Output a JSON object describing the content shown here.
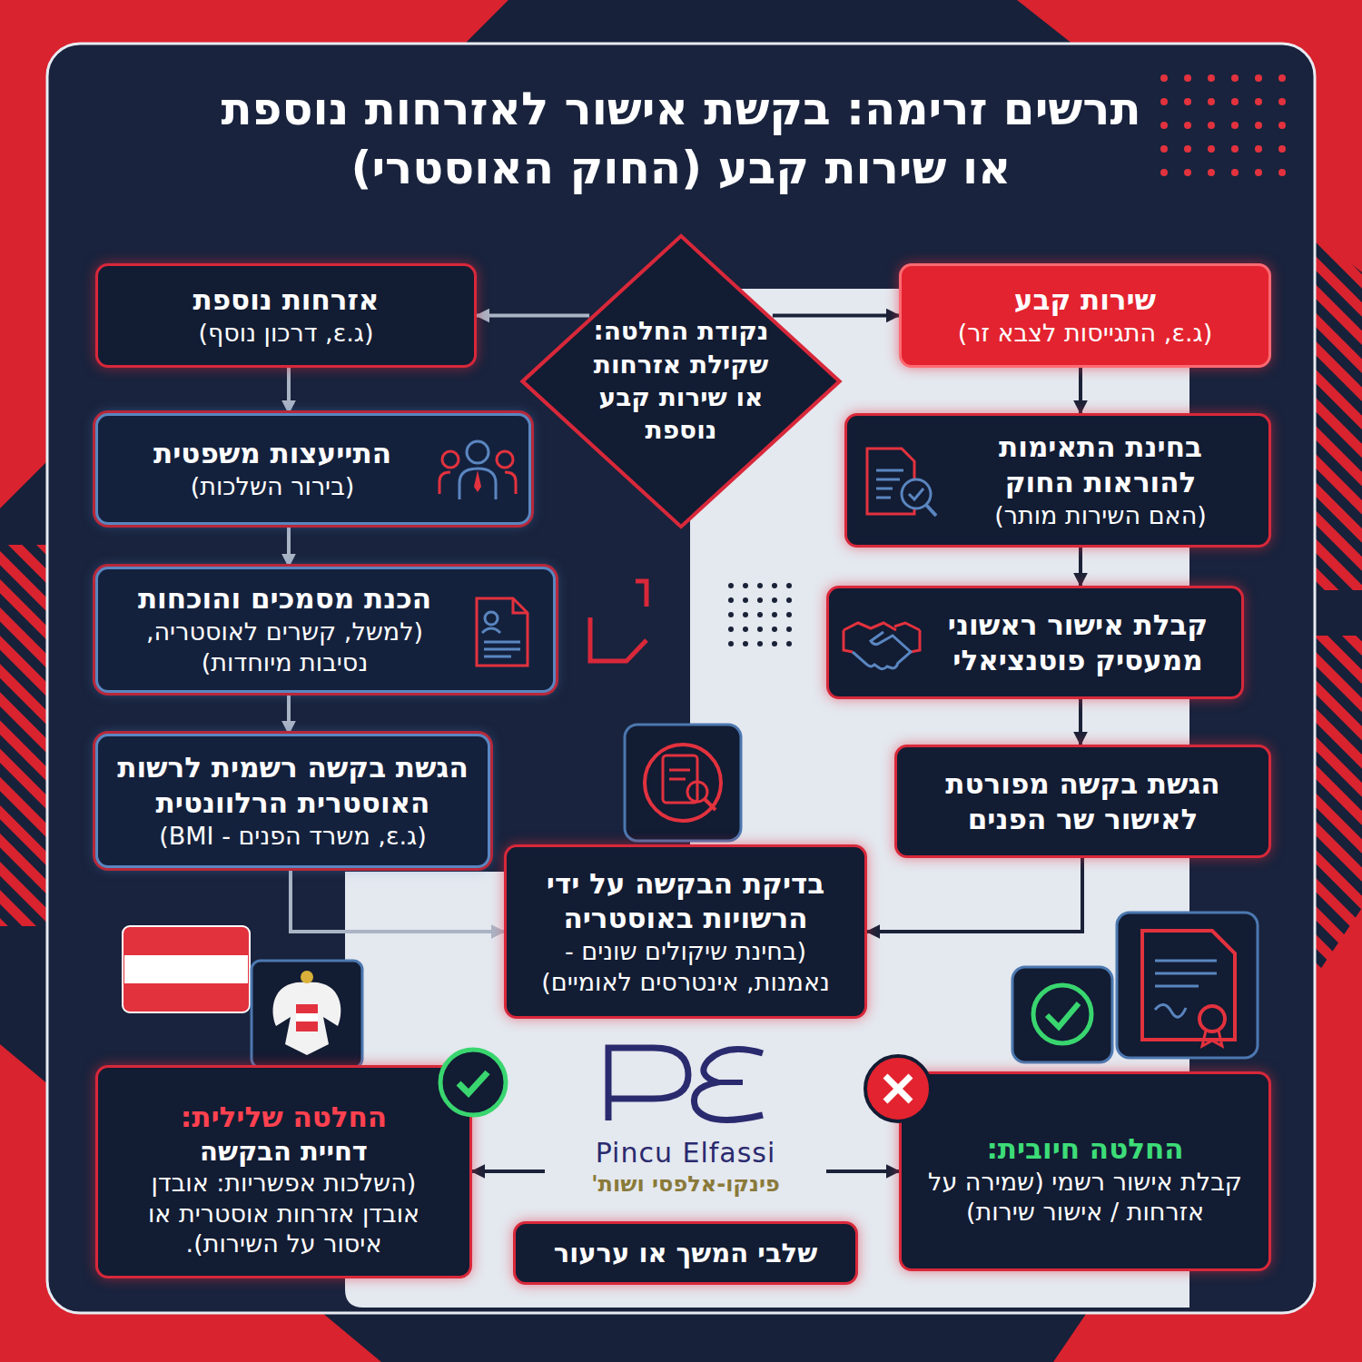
{
  "diagram": {
    "title": "תרשים זרימה: בקשת אישור לאזרחות נוספת או שירות קבע (החוק האוסטרי)",
    "nodes": [
      {
        "text": [
          "נקודת החלטה: שקילת אזרחות או שירות קבע נוספת"
        ]
      },
      {
        "text": [
          "שירות קבע",
          "(ג.ε, התגייסות לצבא זר)"
        ]
      },
      {
        "text": [
          "אזרחות נוספת",
          "(ג.ε, דרכון נוסף)"
        ]
      },
      {
        "text": [
          "בחינת התאימות להוראות החוק",
          "(האם השירות מותר)"
        ]
      },
      {
        "text": [
          "קבלת אישור ראשוני ממעסיק פוטנציאלי"
        ]
      },
      {
        "text": [
          "הגשת בקשה מפורטת לאישור שר הפנים"
        ]
      },
      {
        "text": [
          "התייעצות משפטית",
          "(בירור השלכות)"
        ]
      },
      {
        "text": [
          "הכנת מסמכים והוכחות",
          "(למשל, קשרים לאוסטריה, נסיבות מיוחדות)"
        ]
      },
      {
        "text": [
          "הגשת בקשה רשמית לרשות האוסטרית הרלוונטית",
          "(ג.ε, משרד הפנים - BMI)"
        ]
      },
      {
        "text": [
          "בדיקת הבקשה על ידי הרשויות באוסטריה",
          "(בחינת שיקולים שונים - נאמנות, אינטרסים לאומיים)"
        ]
      },
      {
        "text": [
          "החלטה חיובית:",
          "קבלת אישור רשמי (שמירה על אזרחות / אישור שירות)"
        ]
      },
      {
        "text": [
          "Pincu Elfassi",
          "פינקו-אלפסי ושות'"
        ]
      },
      {
        "text": [
          "החלטה שלילית:",
          "דחיית הבקשה",
          "(השלכות אפשריות: אובדן אובדן אזרחות אוסטרית או איסור על השירות)."
        ]
      },
      {
        "text": [
          "שלבי המשך או ערעור"
        ]
      }
    ],
    "edges": [
      {
        "from": 0,
        "to": 1,
        "arrow": "to"
      },
      {
        "from": 0,
        "to": 2,
        "arrow": "to"
      },
      {
        "from": 1,
        "to": 3,
        "arrow": "to"
      },
      {
        "from": 3,
        "to": 4,
        "arrow": "to"
      },
      {
        "from": 4,
        "to": 5,
        "arrow": "to"
      },
      {
        "from": 5,
        "to": 9,
        "arrow": "to"
      },
      {
        "from": 2,
        "to": 6,
        "arrow": "to"
      },
      {
        "from": 6,
        "to": 7,
        "arrow": "to"
      },
      {
        "from": 7,
        "to": 8,
        "arrow": "to"
      },
      {
        "from": 8,
        "to": 9,
        "arrow": "to"
      },
      {
        "from": 11,
        "to": 10,
        "arrow": "to"
      },
      {
        "from": 11,
        "to": 12,
        "arrow": "to"
      }
    ]
  }
}
